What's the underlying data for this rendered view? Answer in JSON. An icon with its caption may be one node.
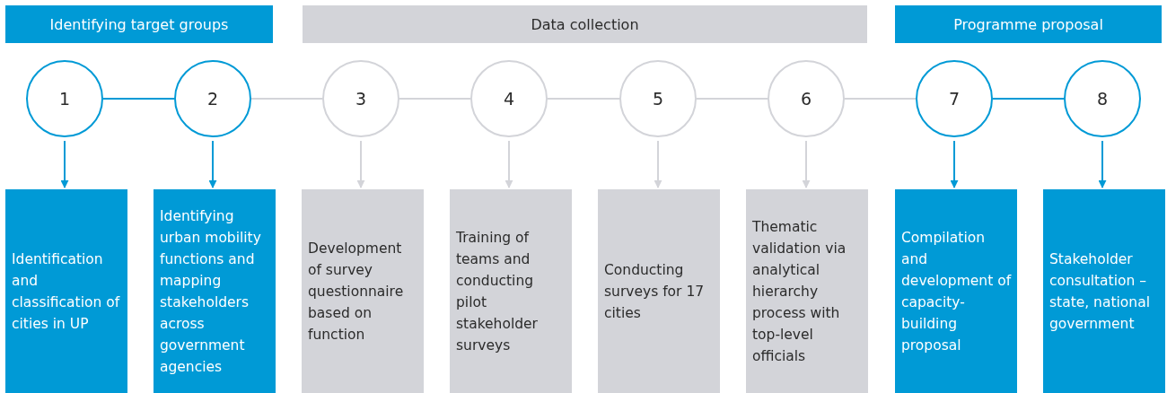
{
  "diagram": {
    "nodes": [
      {
        "text": [
          "Identifying target groups"
        ]
      },
      {
        "text": [
          "Data collection"
        ]
      },
      {
        "text": [
          "Programme proposal"
        ]
      },
      {
        "text": [
          "1"
        ]
      },
      {
        "text": [
          "2"
        ]
      },
      {
        "text": [
          "3"
        ]
      },
      {
        "text": [
          "4"
        ]
      },
      {
        "text": [
          "5"
        ]
      },
      {
        "text": [
          "6"
        ]
      },
      {
        "text": [
          "7"
        ]
      },
      {
        "text": [
          "8"
        ]
      },
      {
        "text": [
          "Identification and classification of cities in UP"
        ]
      },
      {
        "text": [
          "Identifying urban mobility functions and mapping stakeholders across government agencies"
        ]
      },
      {
        "text": [
          "Development of survey questionnaire based on function"
        ]
      },
      {
        "text": [
          "Training of teams and conducting pilot stakeholder surveys"
        ]
      },
      {
        "text": [
          "Conducting surveys for 17 cities"
        ]
      },
      {
        "text": [
          "Thematic validation via analytical hierarchy process with top-level officials"
        ]
      },
      {
        "text": [
          "Compilation and development of capacity-building proposal"
        ]
      },
      {
        "text": [
          "Stakeholder consultation – state, national government"
        ]
      }
    ],
    "edges": [
      {
        "from": 3,
        "to": 4,
        "arrow": "none",
        "color": "#009ad6"
      },
      {
        "from": 4,
        "to": 5,
        "arrow": "none"
      },
      {
        "from": 5,
        "to": 6,
        "arrow": "none"
      },
      {
        "from": 6,
        "to": 7,
        "arrow": "none"
      },
      {
        "from": 7,
        "to": 8,
        "arrow": "none"
      },
      {
        "from": 8,
        "to": 9,
        "arrow": "none"
      },
      {
        "from": 9,
        "to": 10,
        "arrow": "none",
        "color": "#009ad6"
      },
      {
        "from": 3,
        "to": 11,
        "arrow": "to",
        "color": "#009ad6"
      },
      {
        "from": 4,
        "to": 12,
        "arrow": "to",
        "color": "#009ad6"
      },
      {
        "from": 5,
        "to": 13,
        "arrow": "to"
      },
      {
        "from": 6,
        "to": 14,
        "arrow": "to"
      },
      {
        "from": 7,
        "to": 15,
        "arrow": "to"
      },
      {
        "from": 8,
        "to": 16,
        "arrow": "to"
      },
      {
        "from": 9,
        "to": 17,
        "arrow": "to",
        "color": "#009ad6"
      },
      {
        "from": 10,
        "to": 18,
        "arrow": "to",
        "color": "#009ad6"
      }
    ]
  }
}
